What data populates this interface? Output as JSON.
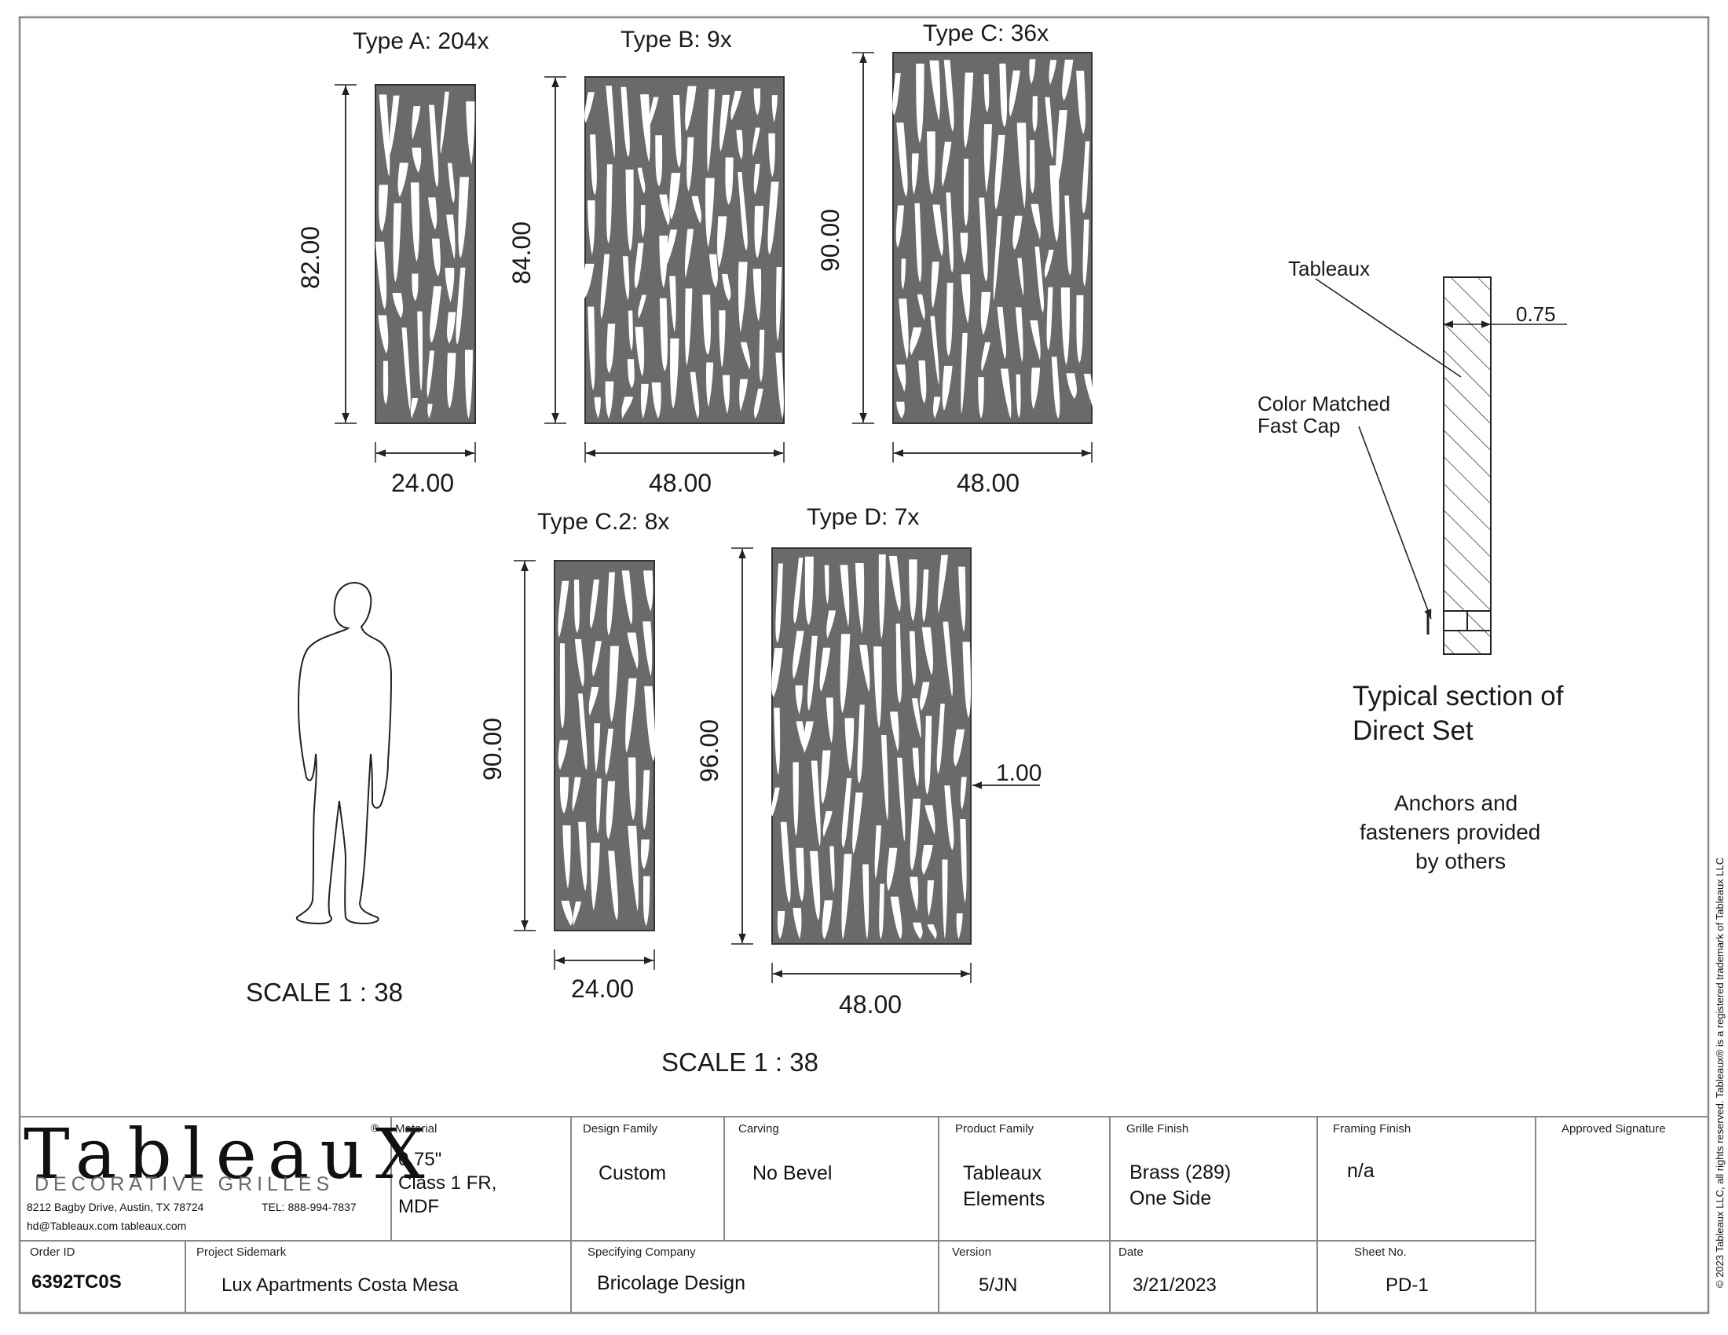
{
  "panels": [
    {
      "title": "Type A: 204x",
      "height_label": "82.00",
      "width_label": "24.00"
    },
    {
      "title": "Type B: 9x",
      "height_label": "84.00",
      "width_label": "48.00"
    },
    {
      "title": "Type C: 36x",
      "height_label": "90.00",
      "width_label": "48.00"
    },
    {
      "title": "Type C.2: 8x",
      "height_label": "90.00",
      "width_label": "24.00"
    },
    {
      "title": "Type D: 7x",
      "height_label": "96.00",
      "width_label": "48.00",
      "side_label": "1.00"
    }
  ],
  "scale_left": "SCALE 1 : 38",
  "scale_center": "SCALE 1 : 38",
  "section": {
    "label_tableaux": "Tableaux",
    "thickness": "0.75",
    "label_cap_line1": "Color Matched",
    "label_cap_line2": "Fast Cap",
    "title_line1": "Typical section of",
    "title_line2": "Direct Set",
    "note_line1": "Anchors and",
    "note_line2": "fasteners provided",
    "note_line3": "by others"
  },
  "titleblock": {
    "logo_text": "TableauX",
    "logo_registered": "®",
    "logo_sub": "DECORATIVE GRILLES",
    "address": "8212 Bagby Drive, Austin, TX 78724",
    "tel": "TEL: 888-994-7837",
    "contact": "hd@Tableaux.com   tableaux.com",
    "material_head": "Material",
    "material": "0.75\"\nClass 1 FR,\nMDF",
    "design_family_head": "Design Family",
    "design_family": "Custom",
    "carving_head": "Carving",
    "carving": "No Bevel",
    "product_family_head": "Product Family",
    "product_family": "Tableaux\nElements",
    "grille_finish_head": "Grille Finish",
    "grille_finish": "Brass (289)\nOne Side",
    "framing_finish_head": "Framing Finish",
    "framing_finish": "n/a",
    "approved_head": "Approved Signature",
    "order_head": "Order ID",
    "order": "6392TC0S",
    "sidemark_head": "Project Sidemark",
    "sidemark": "Lux Apartments Costa Mesa",
    "company_head": "Specifying Company",
    "company": "Bricolage Design",
    "version_head": "Version",
    "version": "5/JN",
    "date_head": "Date",
    "date": "3/21/2023",
    "sheet_head": "Sheet No.",
    "sheet": "PD-1"
  },
  "copyright": "© 2023 Tableaux LLC, all rights reserved. Tableaux® is a registered trademark of Tableaux LLC",
  "colors": {
    "panel": "#6a6a6a",
    "line": "#222222"
  }
}
